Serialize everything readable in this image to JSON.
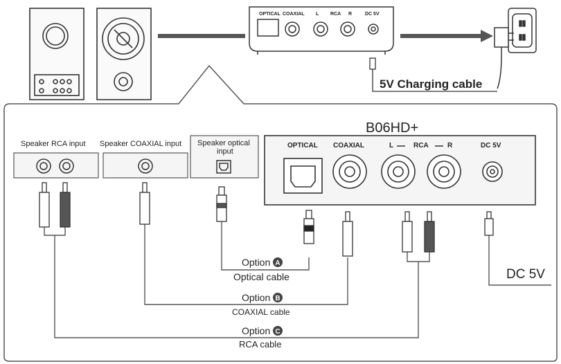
{
  "top": {
    "charging_cable_label": "5V Charging cable",
    "device_top_ports": [
      "OPTICAL",
      "COAXIAL",
      "L",
      "RCA",
      "R",
      "DC 5V"
    ]
  },
  "device": {
    "model": "B06HD+",
    "ports": {
      "optical": "OPTICAL",
      "coaxial": "COAXIAL",
      "rca_left": "L",
      "rca": "RCA",
      "rca_right": "R",
      "dc": "DC 5V"
    }
  },
  "speaker": {
    "rca_input": "Speaker RCA input",
    "coaxial_input": "Speaker COAXIAL input",
    "optical_input_line1": "Speaker optical",
    "optical_input_line2": "input"
  },
  "options": {
    "a": {
      "label": "Option",
      "badge": "A",
      "cable": "Optical cable"
    },
    "b": {
      "label": "Option",
      "badge": "B",
      "cable": "COAXIAL cable"
    },
    "c": {
      "label": "Option",
      "badge": "C",
      "cable": "RCA cable"
    }
  },
  "dc_label": "DC 5V",
  "colors": {
    "line": "#555555",
    "dark": "#222222",
    "outline": "#333333"
  }
}
